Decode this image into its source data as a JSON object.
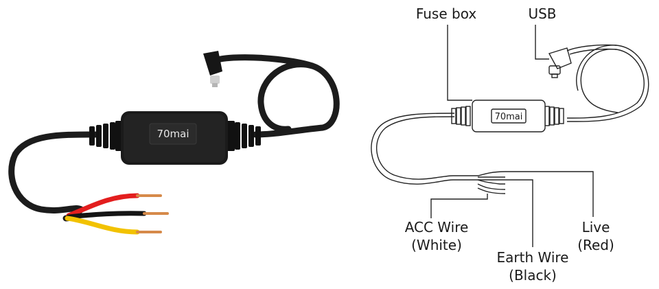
{
  "photo": {
    "brand": "70mai",
    "cable_color": "#1c1c1c",
    "wire_colors": {
      "live": "#e31e1e",
      "earth": "#151515",
      "acc": "#f2c200",
      "tip": "#d68a4a"
    }
  },
  "diagram": {
    "brand": "70mai",
    "labels": {
      "fuse_box": "Fuse box",
      "usb": "USB",
      "acc_line1": "ACC Wire",
      "acc_line2": "(White)",
      "earth_line1": "Earth Wire",
      "earth_line2": "(Black)",
      "live_line1": "Live",
      "live_line2": "(Red)"
    }
  }
}
